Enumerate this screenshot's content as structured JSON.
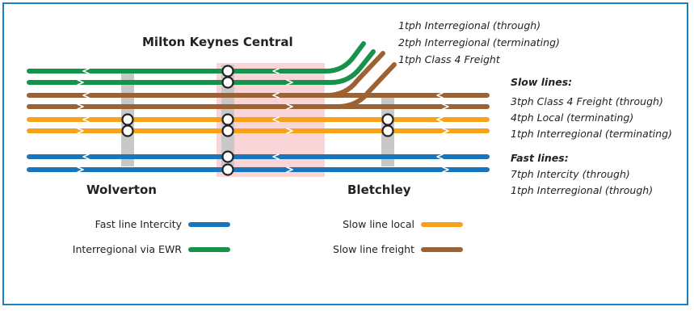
{
  "stations": {
    "milton_keynes": "Milton Keynes Central",
    "wolverton": "Wolverton",
    "bletchley": "Bletchley"
  },
  "branch_notes": [
    "1tph Interregional (through)",
    "2tph Interregional (terminating)",
    "1tph Class 4 Freight"
  ],
  "slow_lines": {
    "heading": "Slow lines:",
    "items": [
      "3tph Class 4 Freight (through)",
      "4tph Local (terminating)",
      "1tph Interregional (terminating)"
    ]
  },
  "fast_lines": {
    "heading": "Fast lines:",
    "items": [
      "7tph Intercity (through)",
      "1tph Interregional (through)"
    ]
  },
  "legend": [
    {
      "label": "Fast line Intercity",
      "color": "#1b75bb"
    },
    {
      "label": "Slow line local",
      "color": "#f7a21b"
    },
    {
      "label": "Interregional via EWR",
      "color": "#16924a"
    },
    {
      "label": "Slow line freight",
      "color": "#9c6233"
    }
  ],
  "colors": {
    "intercity": "#1b75bb",
    "local": "#f7a21b",
    "ewr": "#16924a",
    "freight": "#9c6233",
    "platform": "#c8c8c8",
    "station_zone": "#f9d5d8",
    "frame": "#1a7fc1"
  }
}
